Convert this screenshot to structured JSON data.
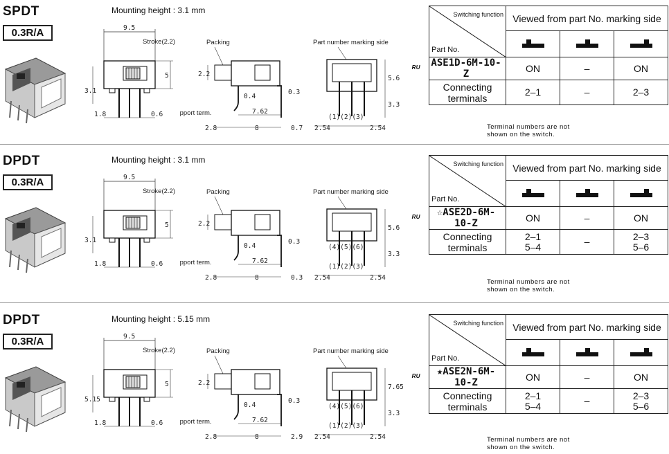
{
  "header_cells": {
    "switching_function": "Switching function",
    "part_no": "Part No.",
    "viewed_from": "Viewed from part No. marking side",
    "connecting_terminals": "Connecting terminals"
  },
  "note": [
    "Terminal numbers are not",
    "shown on the switch."
  ],
  "ul_mark": "ᴿᵁ",
  "drawing_labels": {
    "packing": "Packing",
    "support_term": "Support term.",
    "marking_side": "Part number marking side",
    "stroke": "Stroke(2.2)"
  },
  "sections": [
    {
      "title": "SPDT",
      "badge": "0.3R/A",
      "mounting": "Mounting height : 3.1 mm",
      "part_no": "ASE1D-6M-10-Z",
      "part_prefix": "",
      "row_on_left": "ON",
      "row_mid": "–",
      "row_on_right": "ON",
      "conn_left": "2–1",
      "conn_mid": "–",
      "conn_right": "2–3",
      "conn_left2": "",
      "conn_right2": "",
      "dims": {
        "width": "9.5",
        "height": "5",
        "pitch": "7.62",
        "len": "8",
        "thk": "0.7",
        "pin": "2.54",
        "d1": "1.8",
        "d2": "0.6",
        "h": "3.1",
        "p": "2.2",
        "q": "0.4",
        "r": "0.3",
        "s": "2.8",
        "t": "5.6",
        "u": "3.3",
        "terms_top": "(1)(2)(3)",
        "terms_bot": ""
      }
    },
    {
      "title": "DPDT",
      "badge": "0.3R/A",
      "mounting": "Mounting height : 3.1 mm",
      "part_no": "ASE2D-6M-10-Z",
      "part_prefix": "☆",
      "row_on_left": "ON",
      "row_mid": "–",
      "row_on_right": "ON",
      "conn_left": "2–1",
      "conn_mid": "–",
      "conn_right": "2–3",
      "conn_left2": "5–4",
      "conn_right2": "5–6",
      "dims": {
        "width": "9.5",
        "height": "5",
        "pitch": "7.62",
        "len": "8",
        "thk": "0.3",
        "pin": "2.54",
        "d1": "1.8",
        "d2": "0.6",
        "h": "3.1",
        "p": "2.2",
        "q": "0.4",
        "r": "0.3",
        "s": "2.8",
        "t": "5.6",
        "u": "3.3",
        "terms_top": "(1)(2)(3)",
        "terms_bot": "(4)(5)(6)"
      }
    },
    {
      "title": "DPDT",
      "badge": "0.3R/A",
      "mounting": "Mounting height : 5.15 mm",
      "part_no": "ASE2N-6M-10-Z",
      "part_prefix": "★",
      "row_on_left": "ON",
      "row_mid": "–",
      "row_on_right": "ON",
      "conn_left": "2–1",
      "conn_mid": "–",
      "conn_right": "2–3",
      "conn_left2": "5–4",
      "conn_right2": "5–6",
      "dims": {
        "width": "9.5",
        "height": "5",
        "pitch": "7.62",
        "len": "8",
        "thk": "2.9",
        "pin": "2.54",
        "d1": "1.8",
        "d2": "0.6",
        "h": "5.15",
        "p": "2.2",
        "q": "0.4",
        "r": "0.3",
        "s": "2.8",
        "t": "7.65",
        "u": "3.3",
        "terms_top": "(1)(2)(3)",
        "terms_bot": "(4)(5)(6)"
      }
    }
  ]
}
